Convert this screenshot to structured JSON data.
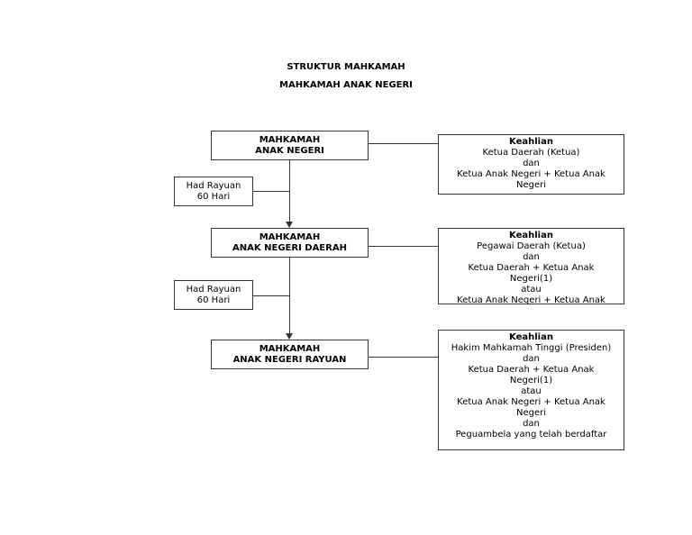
{
  "title": "STRUKTUR MAHKAMAH",
  "subtitle": "MAHKAMAH ANAK NEGERI",
  "courts": [
    {
      "line1": "MAHKAMAH",
      "line2": "ANAK NEGERI"
    },
    {
      "line1": "MAHKAMAH",
      "line2": "ANAK NEGERI DAERAH"
    },
    {
      "line1": "MAHKAMAH",
      "line2": "ANAK NEGERI RAYUAN"
    }
  ],
  "appeal": [
    {
      "line1": "Had Rayuan",
      "line2": "60 Hari"
    },
    {
      "line1": "Had Rayuan",
      "line2": "60 Hari"
    }
  ],
  "keahlian": [
    {
      "heading": "Keahlian",
      "lines": [
        "Ketua Daerah (Ketua)",
        "dan",
        "Ketua Anak Negeri + Ketua Anak",
        "Negeri"
      ]
    },
    {
      "heading": "Keahlian",
      "lines": [
        "Pegawai Daerah (Ketua)",
        "dan",
        "Ketua Daerah + Ketua Anak",
        "Negeri(1)",
        "atau",
        "Ketua Anak Negeri + Ketua Anak"
      ]
    },
    {
      "heading": "Keahlian",
      "lines": [
        "Hakim Mahkamah Tinggi (Presiden)",
        "dan",
        "Ketua Daerah + Ketua Anak",
        "Negeri(1)",
        "atau",
        "Ketua Anak Negeri + Ketua Anak",
        "Negeri",
        "dan",
        "Peguambela yang telah berdaftar"
      ]
    }
  ]
}
